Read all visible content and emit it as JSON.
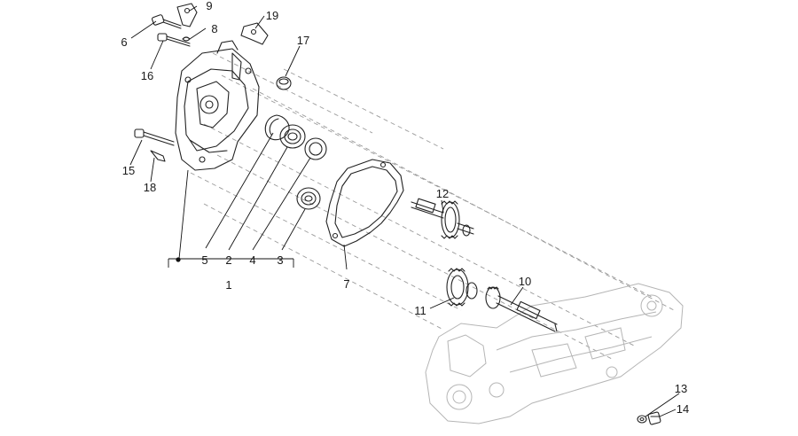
{
  "diagram": {
    "callouts": {
      "p1": "1",
      "p2": "2",
      "p3": "3",
      "p4": "4",
      "p5": "5",
      "p6": "6",
      "p7": "7",
      "p8": "8",
      "p9": "9",
      "p10": "10",
      "p11": "11",
      "p12": "12",
      "p13": "13",
      "p14": "14",
      "p15": "15",
      "p16": "16",
      "p17": "17",
      "p18": "18",
      "p19": "19"
    }
  }
}
